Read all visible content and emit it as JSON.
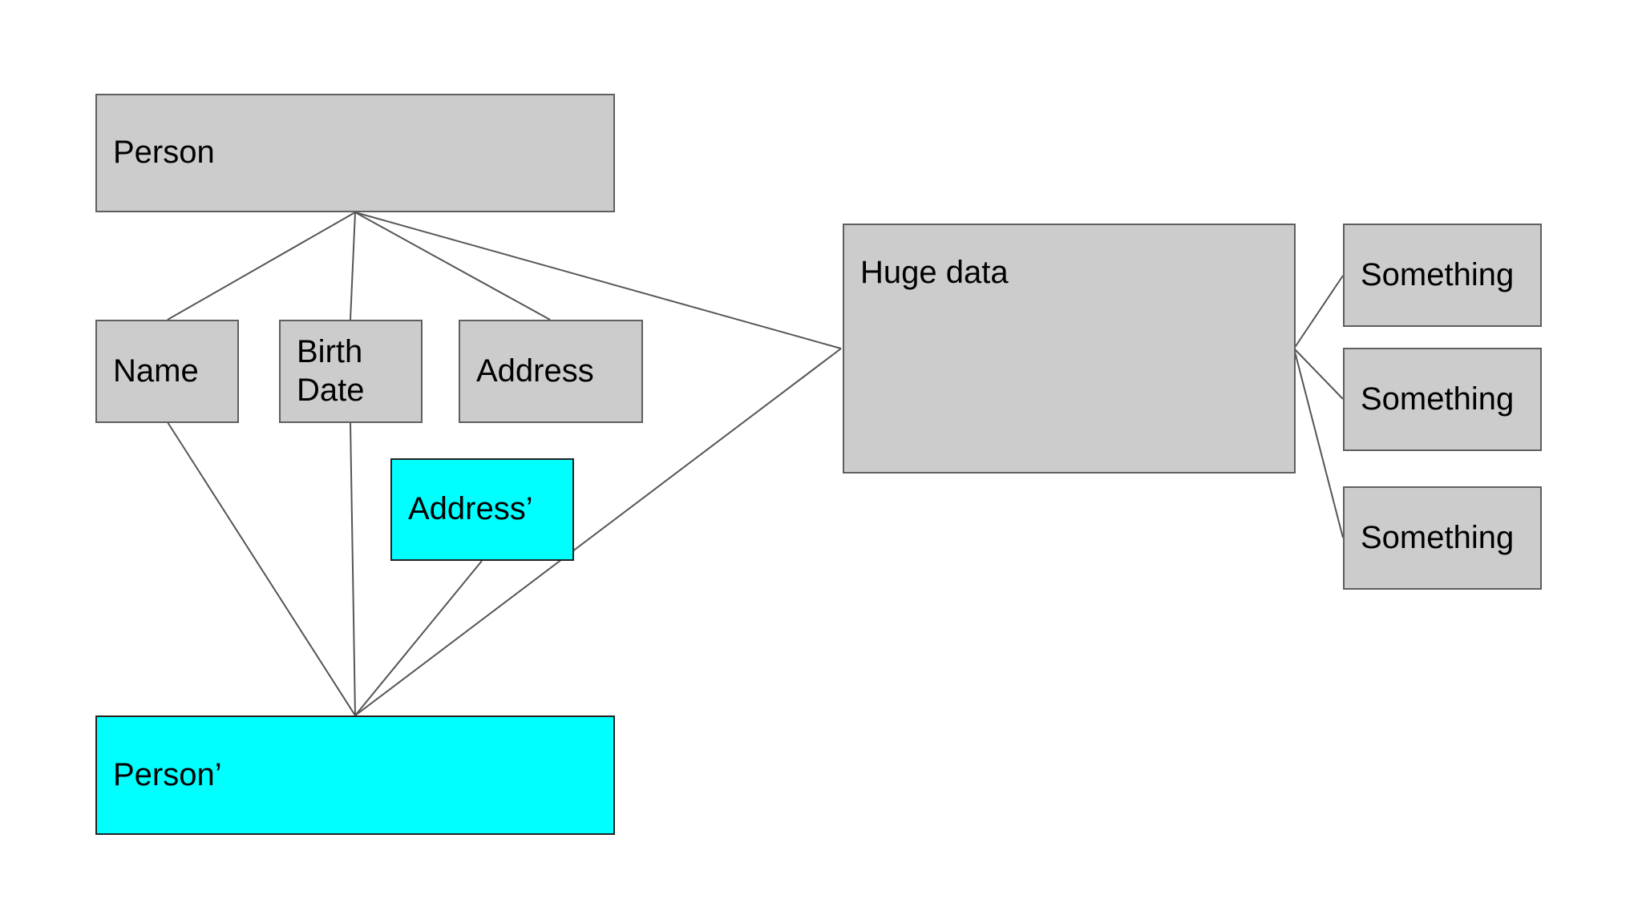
{
  "nodes": {
    "person": {
      "label": "Person"
    },
    "name": {
      "label": "Name"
    },
    "birth_date": {
      "label": "Birth\nDate"
    },
    "address": {
      "label": "Address"
    },
    "address_prime": {
      "label": "Address’"
    },
    "person_prime": {
      "label": "Person’"
    },
    "huge_data": {
      "label": "Huge data"
    },
    "something_1": {
      "label": "Something"
    },
    "something_2": {
      "label": "Something"
    },
    "something_3": {
      "label": "Something"
    }
  },
  "colors": {
    "node_fill": "#cccccc",
    "highlight_fill": "#00ffff",
    "edge": "#555555"
  }
}
